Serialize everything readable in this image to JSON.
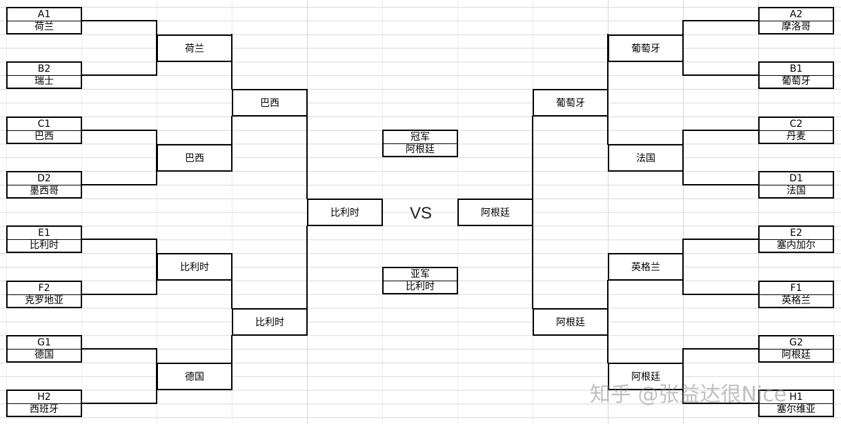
{
  "left_group": [
    {
      "seed": "A1",
      "team": "荷兰"
    },
    {
      "seed": "B2",
      "team": "瑞士"
    },
    {
      "seed": "C1",
      "team": "巴西"
    },
    {
      "seed": "D2",
      "team": "墨西哥"
    },
    {
      "seed": "E1",
      "team": "比利时"
    },
    {
      "seed": "F2",
      "team": "克罗地亚"
    },
    {
      "seed": "G1",
      "team": "德国"
    },
    {
      "seed": "H2",
      "team": "西班牙"
    }
  ],
  "right_group": [
    {
      "seed": "A2",
      "team": "摩洛哥"
    },
    {
      "seed": "B1",
      "team": "葡萄牙"
    },
    {
      "seed": "C2",
      "team": "丹麦"
    },
    {
      "seed": "D1",
      "team": "法国"
    },
    {
      "seed": "E2",
      "team": "塞内加尔"
    },
    {
      "seed": "F1",
      "team": "英格兰"
    },
    {
      "seed": "G2",
      "team": "阿根廷"
    },
    {
      "seed": "H1",
      "team": "塞尔维亚"
    }
  ],
  "left_quarter": [
    "荷兰",
    "巴西",
    "比利时",
    "德国"
  ],
  "left_semi": [
    "巴西",
    "比利时"
  ],
  "left_final": "比利时",
  "right_quarter": [
    "葡萄牙",
    "法国",
    "英格兰",
    "阿根廷"
  ],
  "right_semi": [
    "葡萄牙",
    "阿根廷"
  ],
  "right_final": "阿根廷",
  "vs_label": "VS",
  "champion": {
    "label": "冠军",
    "team": "阿根廷"
  },
  "runner_up": {
    "label": "亚军",
    "team": "比利时"
  },
  "watermark": "知乎 @张益达很Nice"
}
